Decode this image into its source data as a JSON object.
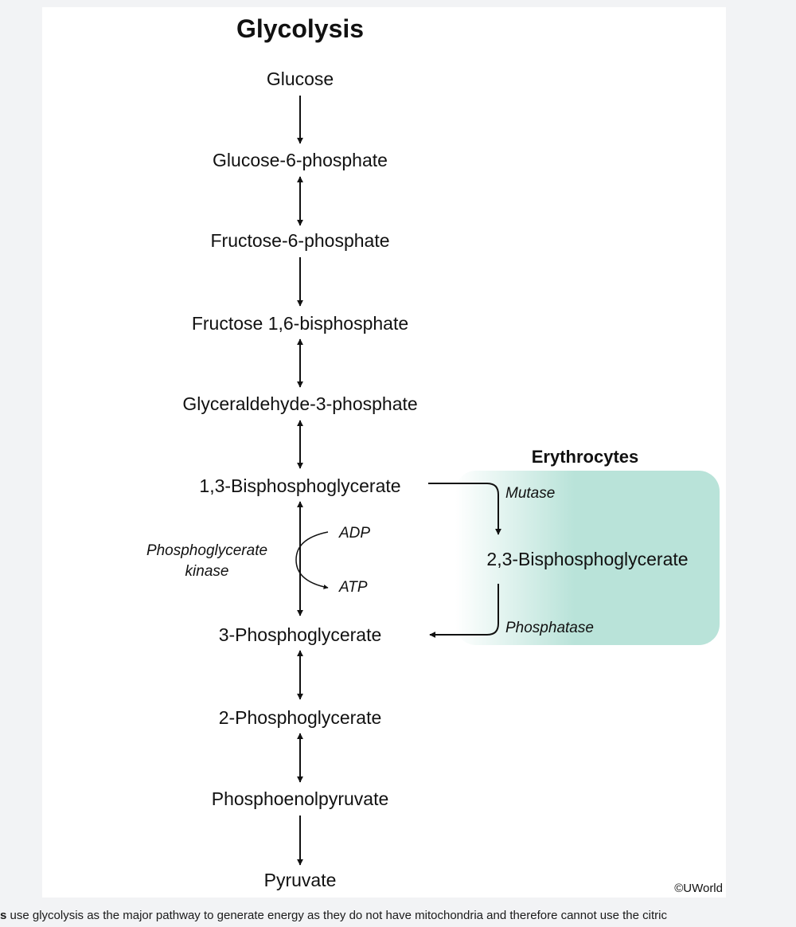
{
  "title": "Glycolysis",
  "metabolites": [
    "Glucose",
    "Glucose-6-phosphate",
    "Fructose-6-phosphate",
    "Fructose 1,6-bisphosphate",
    "Glyceraldehyde-3-phosphate",
    "1,3-Bisphosphoglycerate",
    "3-Phosphoglycerate",
    "2-Phosphoglycerate",
    "Phosphoenolpyruvate",
    "Pyruvate"
  ],
  "steps": [
    {
      "from": "Glucose",
      "to": "Glucose-6-phosphate",
      "direction": "forward"
    },
    {
      "from": "Glucose-6-phosphate",
      "to": "Fructose-6-phosphate",
      "direction": "reversible"
    },
    {
      "from": "Fructose-6-phosphate",
      "to": "Fructose 1,6-bisphosphate",
      "direction": "forward"
    },
    {
      "from": "Fructose 1,6-bisphosphate",
      "to": "Glyceraldehyde-3-phosphate",
      "direction": "reversible"
    },
    {
      "from": "Glyceraldehyde-3-phosphate",
      "to": "1,3-Bisphosphoglycerate",
      "direction": "reversible"
    },
    {
      "from": "1,3-Bisphosphoglycerate",
      "to": "3-Phosphoglycerate",
      "direction": "reversible"
    },
    {
      "from": "3-Phosphoglycerate",
      "to": "2-Phosphoglycerate",
      "direction": "reversible"
    },
    {
      "from": "2-Phosphoglycerate",
      "to": "Phosphoenolpyruvate",
      "direction": "reversible"
    },
    {
      "from": "Phosphoenolpyruvate",
      "to": "Pyruvate",
      "direction": "forward"
    }
  ],
  "kinase_step": {
    "enzyme_line1": "Phosphoglycerate",
    "enzyme_line2": "kinase",
    "cofactor_in": "ADP",
    "cofactor_out": "ATP"
  },
  "shunt": {
    "label": "Erythrocytes",
    "intermediate": "2,3-Bisphosphoglycerate",
    "enzyme_in": "Mutase",
    "enzyme_out": "Phosphatase",
    "box_color_start": "#ffffff",
    "box_color_end": "#b9e3d9"
  },
  "copyright": "©UWorld",
  "caption": {
    "bold_fragment": "s",
    "text": " use glycolysis as the major pathway to generate energy as they do not have mitochondria and therefore cannot use the citric"
  }
}
